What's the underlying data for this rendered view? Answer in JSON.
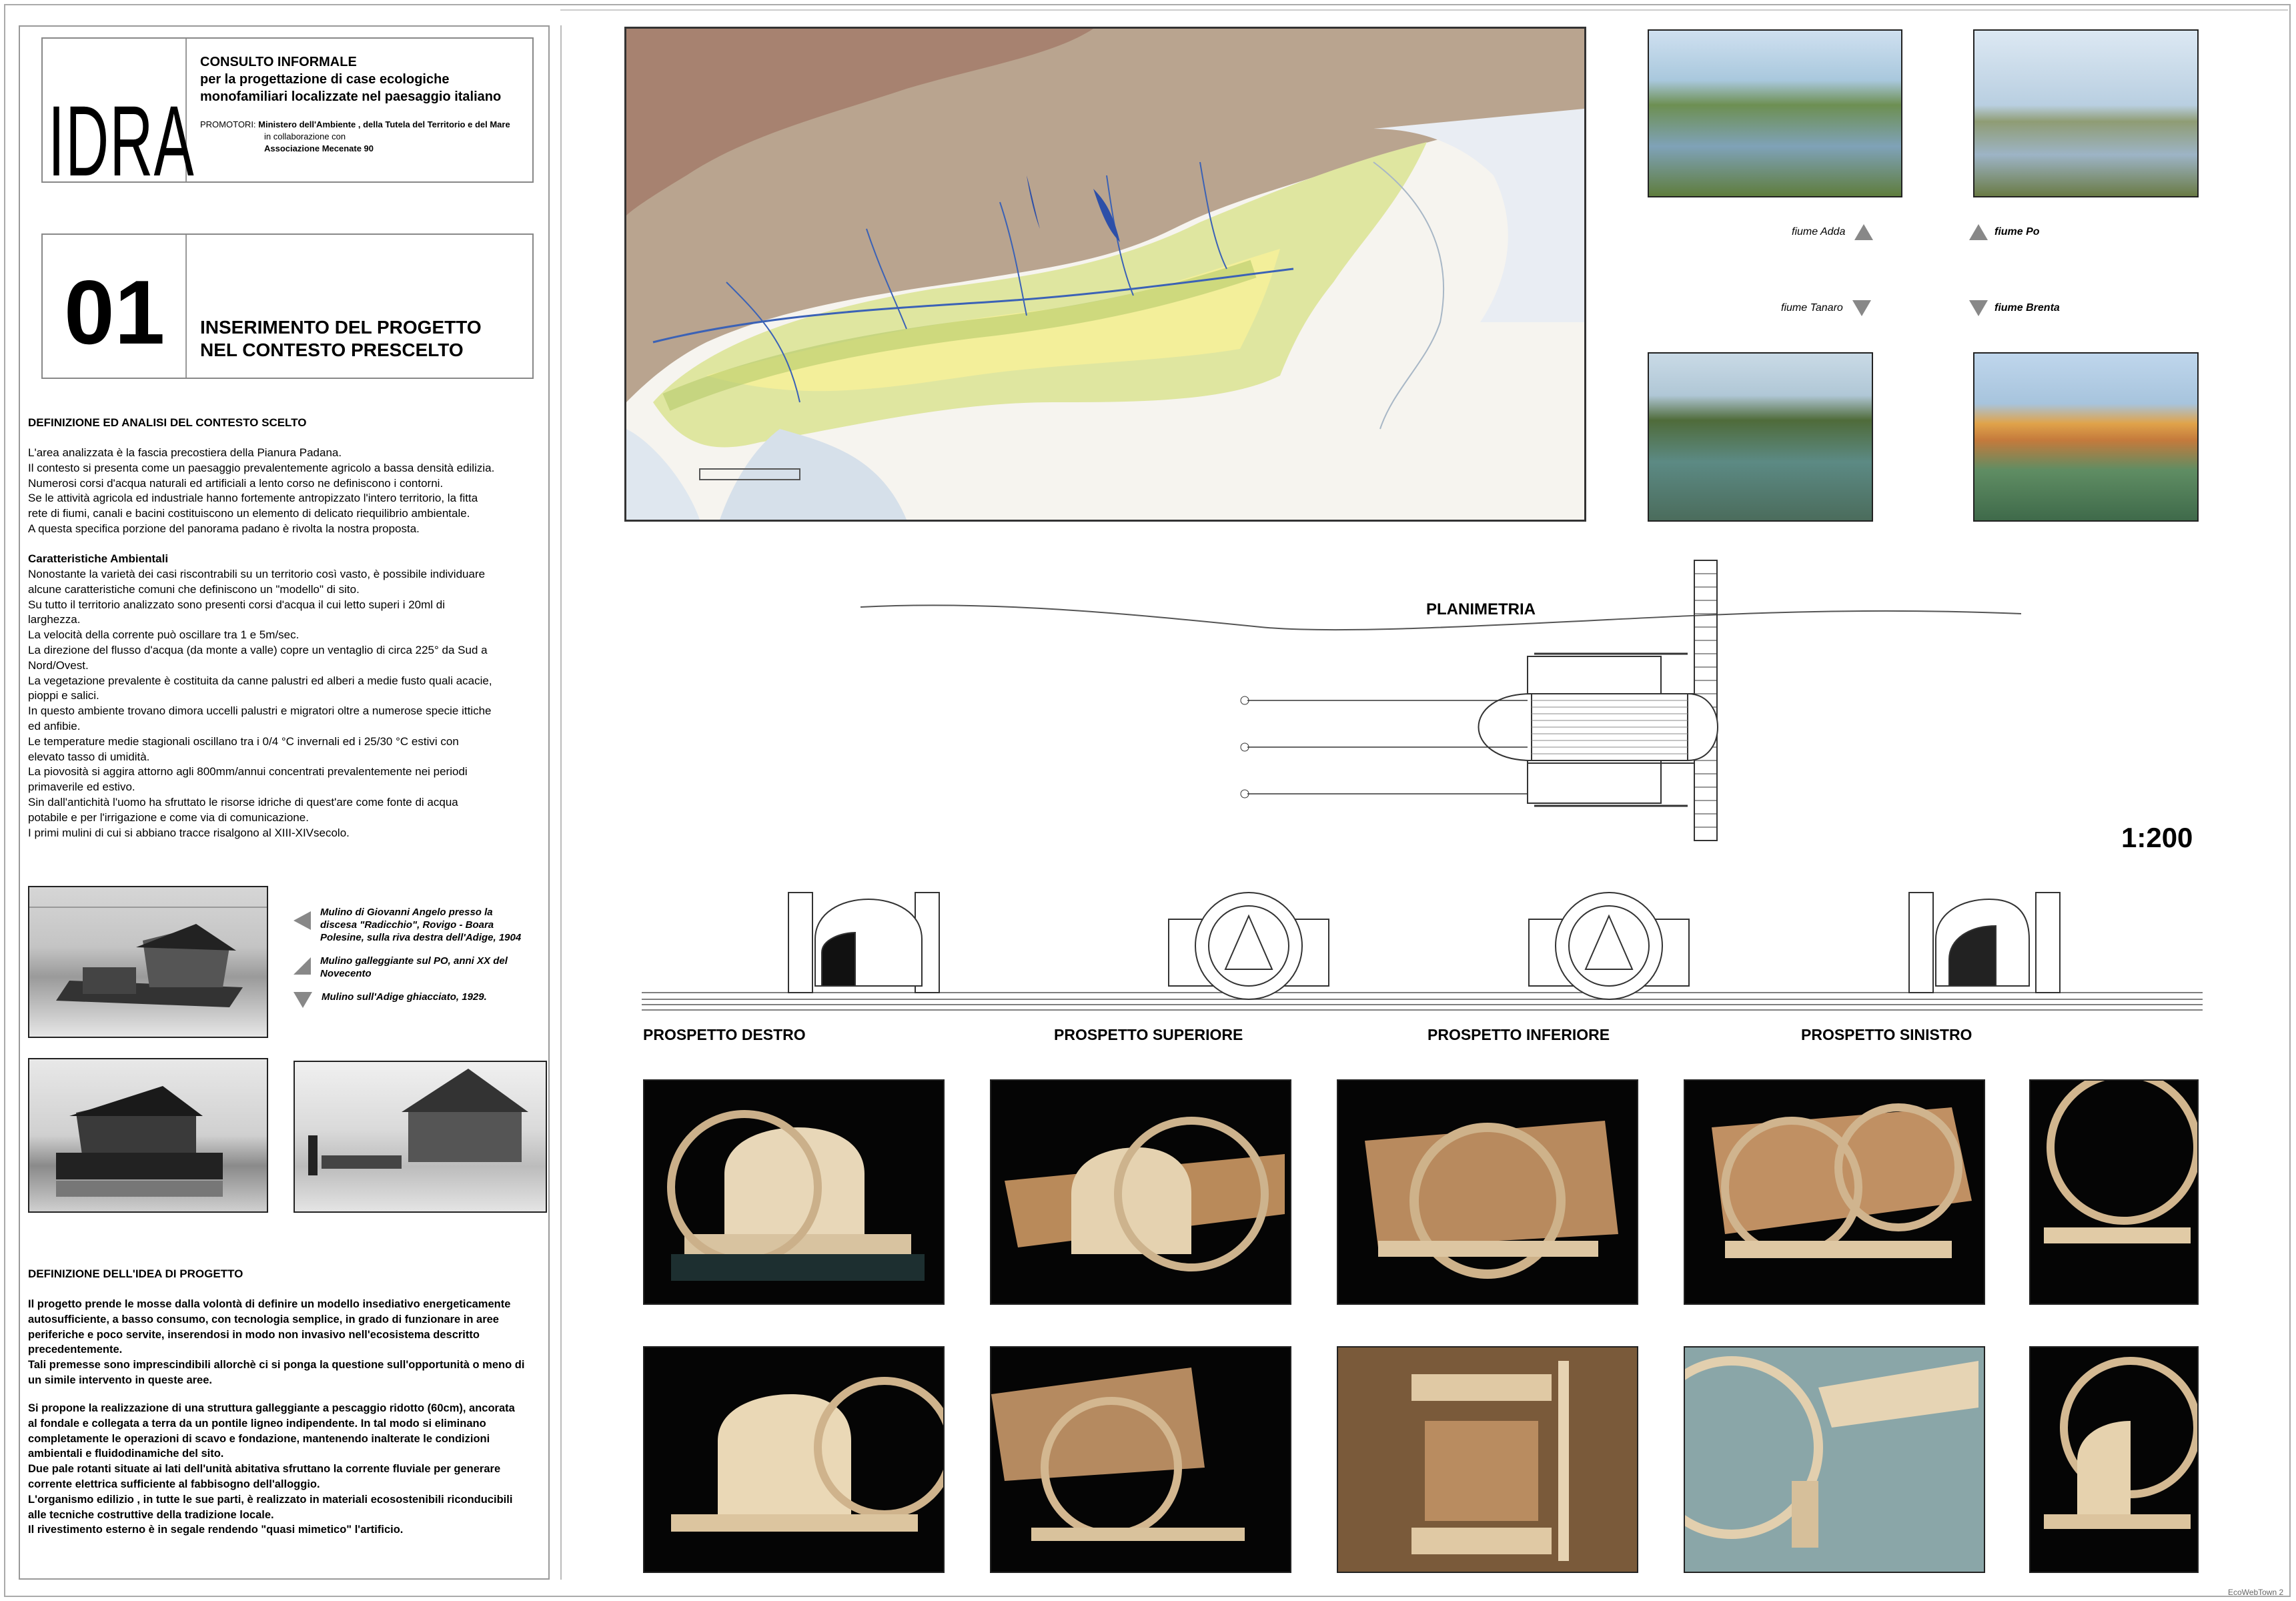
{
  "header": {
    "logo": "IDRA",
    "title_line1": "CONSULTO INFORMALE",
    "title_line2": "per la progettazione di case ecologiche",
    "title_line3": "monofamiliari localizzate nel paesaggio italiano",
    "promotori_label": "PROMOTORI:",
    "promotori_value": "Ministero dell'Ambiente , della Tutela del Territorio e del Mare",
    "collab_label": "in collaborazione con",
    "collab_value": "Associazione Mecenate 90"
  },
  "section": {
    "number": "01",
    "title_line1": "INSERIMENTO DEL PROGETTO",
    "title_line2": "NEL CONTESTO PRESCELTO"
  },
  "context": {
    "heading": "DEFINIZIONE  ED ANALISI DEL CONTESTO SCELTO",
    "intro": "L'area analizzata è la fascia precostiera della Pianura Padana.\nIl contesto si presenta come un paesaggio prevalentemente agricolo a bassa densità edilizia.\nNumerosi corsi  d'acqua naturali ed artificiali a lento corso ne definiscono i contorni.\nSe le attività agricola ed industriale hanno fortemente antropizzato l'intero territorio, la fitta\nrete di fiumi, canali e bacini costituiscono un elemento di delicato riequilibrio ambientale.\nA questa specifica porzione del panorama padano è rivolta la nostra proposta.",
    "env_heading": "Caratteristiche Ambientali",
    "env_text": "Nonostante la varietà dei casi riscontrabili su un territorio così vasto, è possibile individuare\nalcune caratteristiche comuni  che  definiscono un \"modello\" di sito.\nSu tutto il territorio analizzato sono presenti corsi d'acqua il cui letto superi i 20ml di\nlarghezza.\nLa velocità della corrente può oscillare tra 1 e 5m/sec.\nLa direzione del flusso d'acqua (da monte a valle) copre un ventaglio di circa 225° da Sud a\nNord/Ovest.\nLa vegetazione prevalente è costituita da  canne palustri ed alberi a medie fusto quali acacie,\npioppi e salici.\nIn questo ambiente trovano dimora uccelli palustri e migratori oltre a numerose specie ittiche\ned anfibie.\nLe temperature medie stagionali oscillano tra i 0/4 °C invernali ed i 25/30 °C estivi con\nelevato tasso di umidità.\nLa piovosità si aggira attorno agli 800mm/annui concentrati  prevalentemente nei periodi\nprimaverile ed estivo.\nSin dall'antichità l'uomo ha sfruttato le risorse idriche di quest'are come fonte di acqua\npotabile e per l'irrigazione e come via di comunicazione.\nI primi mulini di cui si abbiano tracce risalgono al XIII-XIVsecolo."
  },
  "historic": {
    "caption1": "Mulino di Giovanni Angelo presso la\ndiscesa \"Radicchio\", Rovigo - Boara\nPolesine, sulla riva destra dell'Adige, 1904",
    "caption2": "Mulino galleggiante sul PO, anni XX del\nNovecento",
    "caption3": "Mulino sull'Adige ghiacciato, 1929."
  },
  "idea": {
    "heading": "DEFINIZIONE DELL'IDEA DI PROGETTO",
    "p1": "Il progetto prende le mosse dalla volontà di definire un modello insediativo energeticamente\nautosufficiente, a basso consumo, con tecnologia semplice, in grado di funzionare in aree\nperiferiche e poco servite, inserendosi in modo non invasivo nell'ecosistema descritto\nprecedentemente.\nTali premesse sono imprescindibili allorchè ci si ponga la questione sull'opportunità o meno di\nun simile intervento in queste aree.",
    "p2": "Si propone la realizzazione di una struttura galleggiante a pescaggio ridotto (60cm), ancorata\nal fondale e collegata a terra da un pontile ligneo indipendente. In tal modo si eliminano\ncompletamente le operazioni di scavo e fondazione, mantenendo inalterate le condizioni\nambientali e fluidodinamiche del sito.\nDue pale rotanti situate ai lati dell'unità abitativa sfruttano la corrente fluviale per generare\ncorrente elettrica sufficiente al fabbisogno dell'alloggio.\nL'organismo edilizio , in tutte le sue parti, è realizzato in materiali ecosostenibili riconducibili\nalle tecniche costruttive della tradizione locale.\nIl rivestimento esterno è  in segale rendendo \"quasi mimetico\" l'artificio."
  },
  "rivers": {
    "adda": "fiume Adda",
    "po": "fiume Po",
    "tanaro": "fiume Tanaro",
    "brenta": "fiume Brenta"
  },
  "drawing": {
    "plan_label": "PLANIMETRIA",
    "scale": "1:200",
    "elevations": [
      "PROSPETTO DESTRO",
      "PROSPETTO SUPERIORE",
      "PROSPETTO INFERIORE",
      "PROSPETTO SINISTRO"
    ]
  },
  "footer": {
    "watermark": "EcoWebTown 2"
  }
}
